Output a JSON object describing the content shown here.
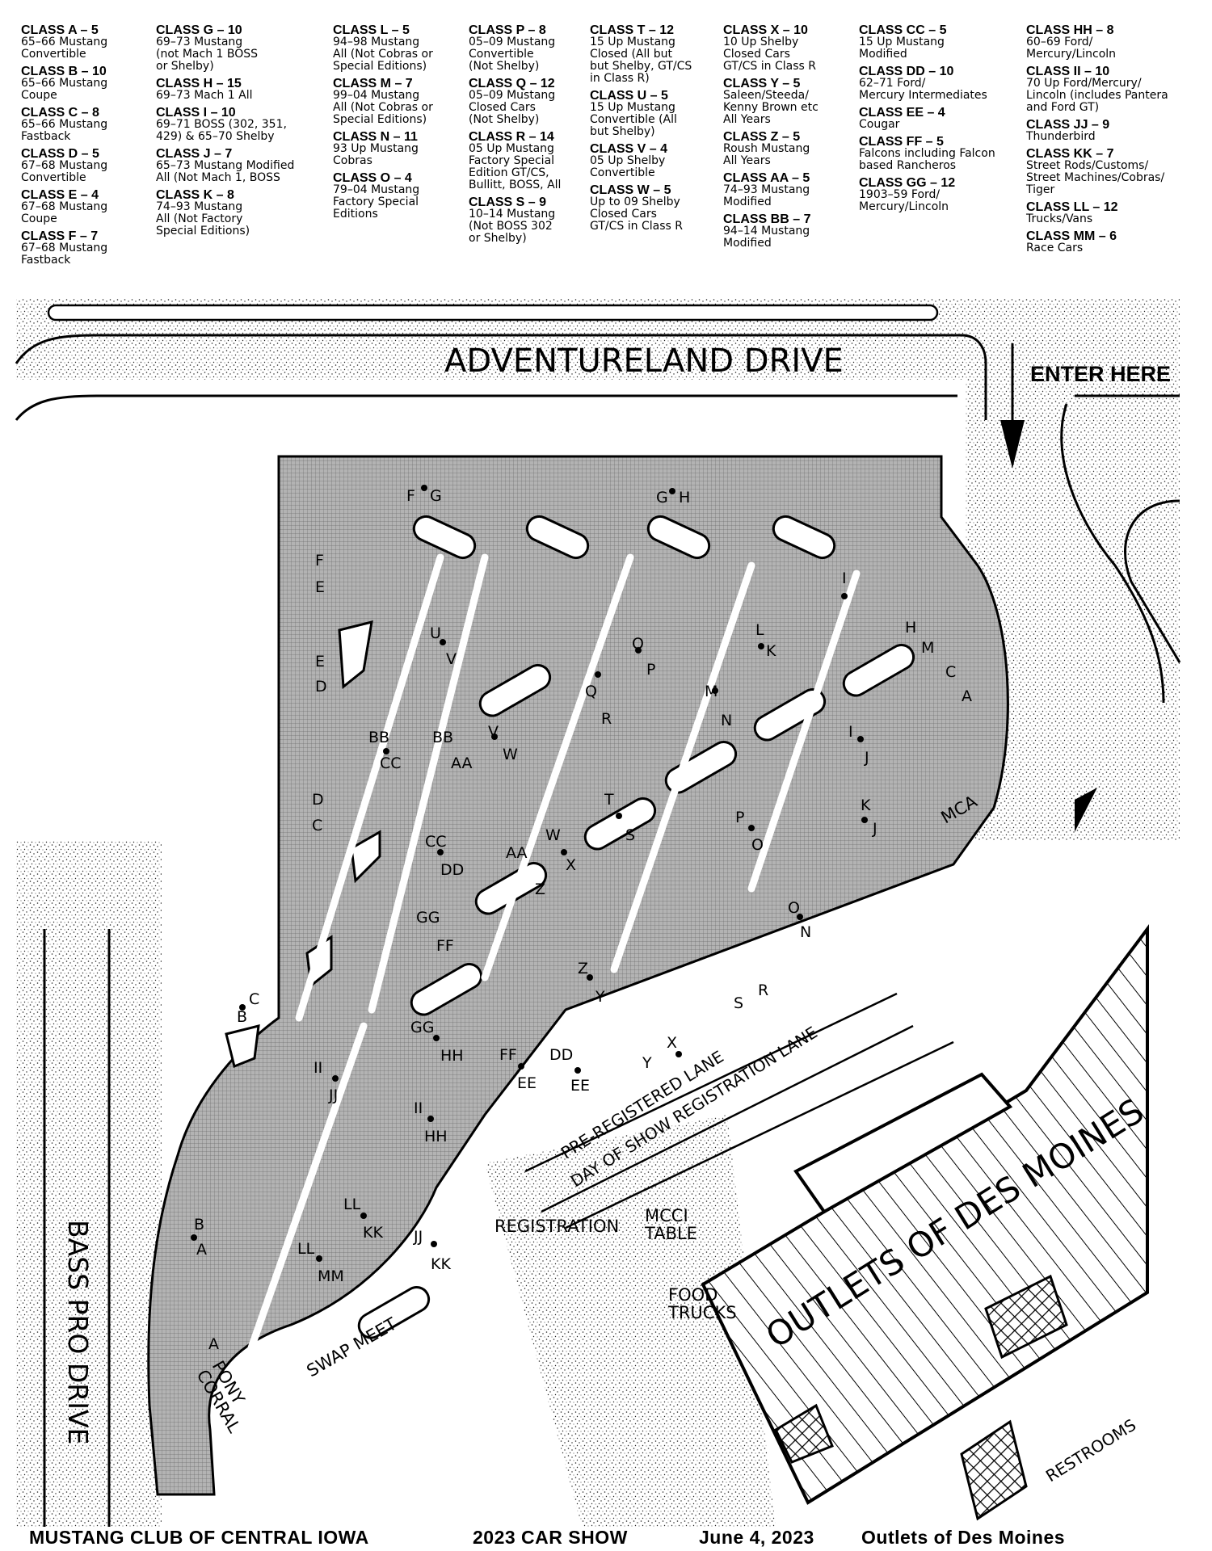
{
  "classes": [
    {
      "title": "CLASS A – 5",
      "desc": "65–66 Mustang\nConvertible"
    },
    {
      "title": "CLASS B – 10",
      "desc": "65–66 Mustang\nCoupe"
    },
    {
      "title": "CLASS C – 8",
      "desc": "65–66 Mustang\nFastback"
    },
    {
      "title": "CLASS D – 5",
      "desc": "67–68 Mustang\nConvertible"
    },
    {
      "title": "CLASS E – 4",
      "desc": "67–68 Mustang\nCoupe"
    },
    {
      "title": "CLASS F – 7",
      "desc": "67–68 Mustang\nFastback"
    },
    {
      "title": "CLASS G – 10",
      "desc": "69–73 Mustang\n(not Mach 1 BOSS\nor Shelby)"
    },
    {
      "title": "CLASS H – 15",
      "desc": "69–73 Mach 1 All"
    },
    {
      "title": "CLASS I – 10",
      "desc": "69–71 BOSS (302, 351,\n429) & 65–70 Shelby"
    },
    {
      "title": "CLASS J – 7",
      "desc": "65–73 Mustang Modified\nAll (Not Mach 1, BOSS"
    },
    {
      "title": "CLASS K – 8",
      "desc": "74–93 Mustang\nAll (Not Factory\nSpecial Editions)"
    },
    {
      "title": "CLASS L – 5",
      "desc": "94–98 Mustang\nAll (Not Cobras or\nSpecial Editions)"
    },
    {
      "title": "CLASS M – 7",
      "desc": "99–04 Mustang\nAll (Not Cobras or\nSpecial Editions)"
    },
    {
      "title": "CLASS N – 11",
      "desc": "93 Up Mustang\nCobras"
    },
    {
      "title": "CLASS O – 4",
      "desc": "79–04 Mustang\nFactory Special\nEditions"
    },
    {
      "title": "CLASS P – 8",
      "desc": "05–09 Mustang\nConvertible\n(Not Shelby)"
    },
    {
      "title": "CLASS Q – 12",
      "desc": "05–09 Mustang\nClosed Cars\n(Not Shelby)"
    },
    {
      "title": "CLASS R – 14",
      "desc": "05 Up Mustang\nFactory Special\nEdition GT/CS,\nBullitt, BOSS, All"
    },
    {
      "title": "CLASS S – 9",
      "desc": "10–14 Mustang\n(Not BOSS 302\nor Shelby)"
    },
    {
      "title": "CLASS T – 12",
      "desc": "15 Up Mustang\nClosed (All but\nbut Shelby, GT/CS\nin Class R)"
    },
    {
      "title": "CLASS U – 5",
      "desc": "15 Up Mustang\nConvertible (All\nbut Shelby)"
    },
    {
      "title": "CLASS V – 4",
      "desc": "05 Up Shelby\nConvertible"
    },
    {
      "title": "CLASS W – 5",
      "desc": "Up to 09 Shelby\nClosed Cars\nGT/CS in Class R"
    },
    {
      "title": "CLASS X – 10",
      "desc": "10 Up Shelby\nClosed Cars\nGT/CS in Class R"
    },
    {
      "title": "CLASS Y – 5",
      "desc": "Saleen/Steeda/\nKenny Brown etc\nAll Years"
    },
    {
      "title": "CLASS Z – 5",
      "desc": "Roush Mustang\nAll Years"
    },
    {
      "title": "CLASS AA – 5",
      "desc": "74–93 Mustang\nModified"
    },
    {
      "title": "CLASS BB – 7",
      "desc": "94–14 Mustang\nModified"
    },
    {
      "title": "CLASS CC – 5",
      "desc": "15 Up Mustang\nModified"
    },
    {
      "title": "CLASS DD – 10",
      "desc": "62–71 Ford/\nMercury Intermediates"
    },
    {
      "title": "CLASS EE – 4",
      "desc": "Cougar"
    },
    {
      "title": "CLASS FF – 5",
      "desc": "Falcons including Falcon\nbased Rancheros"
    },
    {
      "title": "CLASS GG – 12",
      "desc": "1903–59 Ford/\nMercury/Lincoln"
    },
    {
      "title": "CLASS HH – 8",
      "desc": "60–69 Ford/\nMercury/Lincoln"
    },
    {
      "title": "CLASS II – 10",
      "desc": "70 Up Ford/Mercury/\nLincoln (includes Pantera\nand Ford GT)"
    },
    {
      "title": "CLASS JJ – 9",
      "desc": "Thunderbird"
    },
    {
      "title": "CLASS KK – 7",
      "desc": "Street Rods/Customs/\nStreet Machines/Cobras/\nTiger"
    },
    {
      "title": "CLASS LL – 12",
      "desc": "Trucks/Vans"
    },
    {
      "title": "CLASS MM – 6",
      "desc": "Race Cars"
    }
  ],
  "map": {
    "road_top": "ADVENTURELAND DRIVE",
    "enter": "ENTER HERE",
    "road_left": "BASS PRO DRIVE",
    "building": "OUTLETS OF DES MOINES",
    "restrooms": "RESTROOMS",
    "registration": "REGISTRATION",
    "mcci_table": "MCCI\nTABLE",
    "food_trucks": "FOOD\nTRUCKS",
    "pre_registered": "PRE-REGISTERED LANE",
    "day_of_show": "DAY OF SHOW REGISTRATION LANE",
    "swap_meet": "SWAP MEET",
    "pony_corral": "PONY\nCORRAL",
    "mca": "MCA",
    "markers": [
      {
        "a": "F",
        "b": "G"
      },
      {
        "a": "G",
        "b": "H"
      },
      {
        "a": "F",
        "b": "E"
      },
      {
        "a": "I",
        "b": ""
      },
      {
        "a": "H",
        "b": "M"
      },
      {
        "a": "C",
        "b": ""
      },
      {
        "a": "A",
        "b": ""
      },
      {
        "a": "U",
        "b": "V"
      },
      {
        "a": "L",
        "b": "K"
      },
      {
        "a": "Q",
        "b": "P"
      },
      {
        "a": "E",
        "b": "D"
      },
      {
        "a": "M",
        "b": "N"
      },
      {
        "a": "Q",
        "b": "R"
      },
      {
        "a": "V",
        "b": "W"
      },
      {
        "a": "BB",
        "b": "CC"
      },
      {
        "a": "BB",
        "b": "AA"
      },
      {
        "a": "I",
        "b": "J"
      },
      {
        "a": "T",
        "b": "S"
      },
      {
        "a": "D",
        "b": "C"
      },
      {
        "a": "P",
        "b": "O"
      },
      {
        "a": "K",
        "b": "J"
      },
      {
        "a": "W",
        "b": "X"
      },
      {
        "a": "CC",
        "b": "DD"
      },
      {
        "a": "AA",
        "b": "Z"
      },
      {
        "a": "O",
        "b": "N"
      },
      {
        "a": "GG",
        "b": "FF"
      },
      {
        "a": "Z",
        "b": "Y"
      },
      {
        "a": "S",
        "b": "R"
      },
      {
        "a": "C",
        "b": "B"
      },
      {
        "a": "GG",
        "b": "HH"
      },
      {
        "a": "FF",
        "b": "EE"
      },
      {
        "a": "DD",
        "b": "EE"
      },
      {
        "a": "Y",
        "b": "X"
      },
      {
        "a": "II",
        "b": "JJ"
      },
      {
        "a": "II",
        "b": "HH"
      },
      {
        "a": "LL",
        "b": "KK"
      },
      {
        "a": "B",
        "b": "A"
      },
      {
        "a": "JJ",
        "b": "KK"
      },
      {
        "a": "LL",
        "b": "MM"
      },
      {
        "a": "A",
        "b": ""
      }
    ]
  },
  "footer": {
    "club": "MUSTANG CLUB OF CENTRAL IOWA",
    "show": "2023 CAR SHOW",
    "date": "June 4, 2023",
    "venue": "Outlets of Des Moines"
  }
}
